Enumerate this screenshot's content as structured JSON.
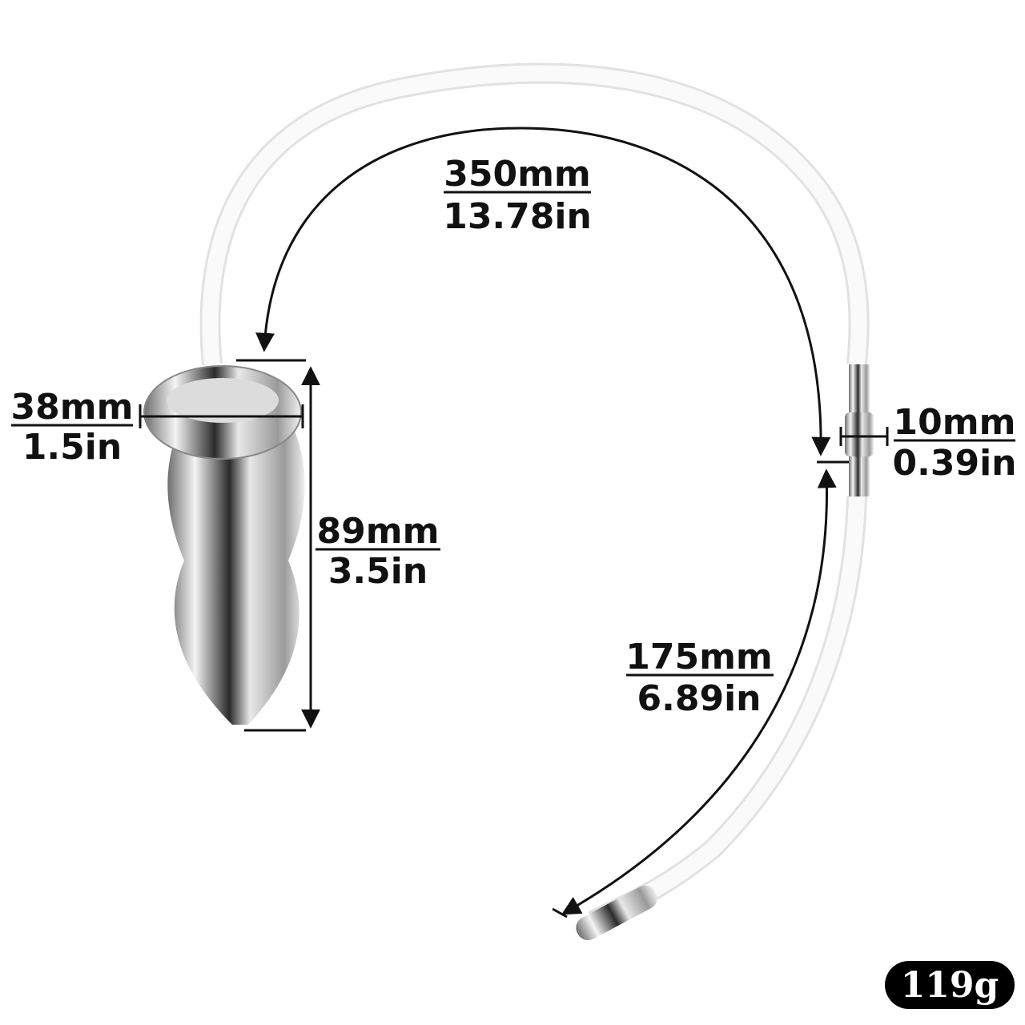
{
  "dimensions": {
    "tube_length": {
      "mm": "350mm",
      "in": "13.78in"
    },
    "flange_diameter": {
      "mm": "38mm",
      "in": "1.5in"
    },
    "body_length": {
      "mm": "89mm",
      "in": "3.5in"
    },
    "connector_diameter": {
      "mm": "10mm",
      "in": "0.39in"
    },
    "tip_tube_length": {
      "mm": "175mm",
      "in": "6.89in"
    }
  },
  "weight": "119g",
  "colors": {
    "text": "#111111",
    "badge_bg": "#000000",
    "badge_text": "#ffffff",
    "tube": "#f4f4f4",
    "metal": "#c8c8c8"
  }
}
